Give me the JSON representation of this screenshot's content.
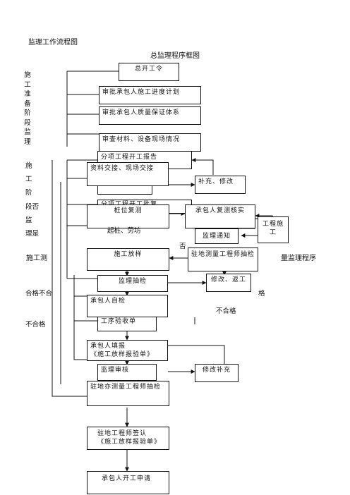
{
  "page_title": "监理工作流程图",
  "diagram_title": "总监理程序框图",
  "side_labels": {
    "prep_stage_text": "施工准备阶段监理",
    "construct_stage_top": [
      "施",
      "工",
      "阶"
    ],
    "construct_stage_mid": "段否",
    "construct_stage_bottom": [
      "监",
      "理是"
    ],
    "survey_left": "施工测",
    "survey_right": "量监理程序",
    "fail_left_1": "合格不合",
    "fail_right_1": "格",
    "fail_mid": "不合格",
    "fail_left_2": "不合格",
    "no_label": "否"
  },
  "boxes": {
    "start_order": "总开工令",
    "approve_schedule": "审批承包人施工进度计划",
    "approve_quality": "审批承包人质量保证体系",
    "review_materials": "审查材料、设备现场情况",
    "subitem_report": "分项工程开工报告",
    "data_handover": "资料交接、现场交接",
    "supplement_modify": "补充、修改",
    "subitem_approval_partial": "分项工程开工批复",
    "pile_recheck": "桩位复测",
    "contractor_recheck": "承包人复测核实",
    "engineering_construct": "工程施工",
    "benchmark": "起桩、劳坊",
    "supervision_notice": "监理通知",
    "construction_layout": "施工放样",
    "resident_survey_check": "驻地测量工程师抽检",
    "modify_rework": "修改、返工",
    "supervisor_sampling": "监理抽检",
    "contractor_selfcheck": "承包人自检",
    "process_acceptance": "工序验收单",
    "contractor_fill_1": "承包人填报",
    "contractor_fill_2": "《施工放样报验单》",
    "supervisor_review": "监理审核",
    "modify_supplement": "修改补充",
    "resident_survey_recheck": "驻地亦测量工程师抽检",
    "resident_sign_1": "驻地工程师签认",
    "resident_sign_2": "《施工放样报验单》",
    "contractor_start_request": "承包人开工申请"
  }
}
